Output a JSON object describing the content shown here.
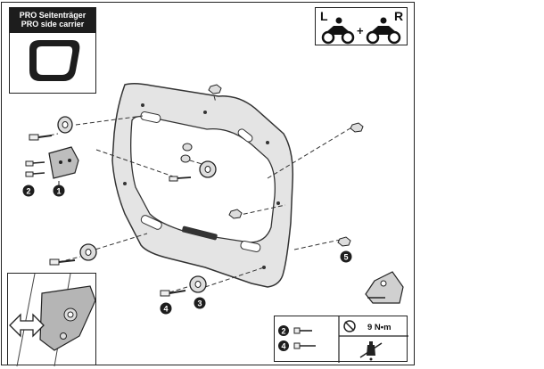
{
  "carrier_title": {
    "line1": "PRO Seitenträger",
    "line2": "PRO side carrier"
  },
  "sides": {
    "left": "L",
    "plus": "+",
    "right": "R"
  },
  "callouts": [
    "1",
    "2",
    "3",
    "4",
    "5"
  ],
  "legend": {
    "items": [
      {
        "number": "2"
      },
      {
        "number": "4"
      }
    ],
    "torque": "9 N•m"
  },
  "colors": {
    "outline": "#222222",
    "carrier_fill": "#e4e4e4",
    "callout_fill": "#1d1d1d",
    "background": "#ffffff"
  },
  "icons": [
    "torque-wrench-icon",
    "threadlocker-icon",
    "motorcycle-left-icon",
    "motorcycle-right-icon",
    "double-arrow-icon",
    "hand-hint-icon"
  ]
}
